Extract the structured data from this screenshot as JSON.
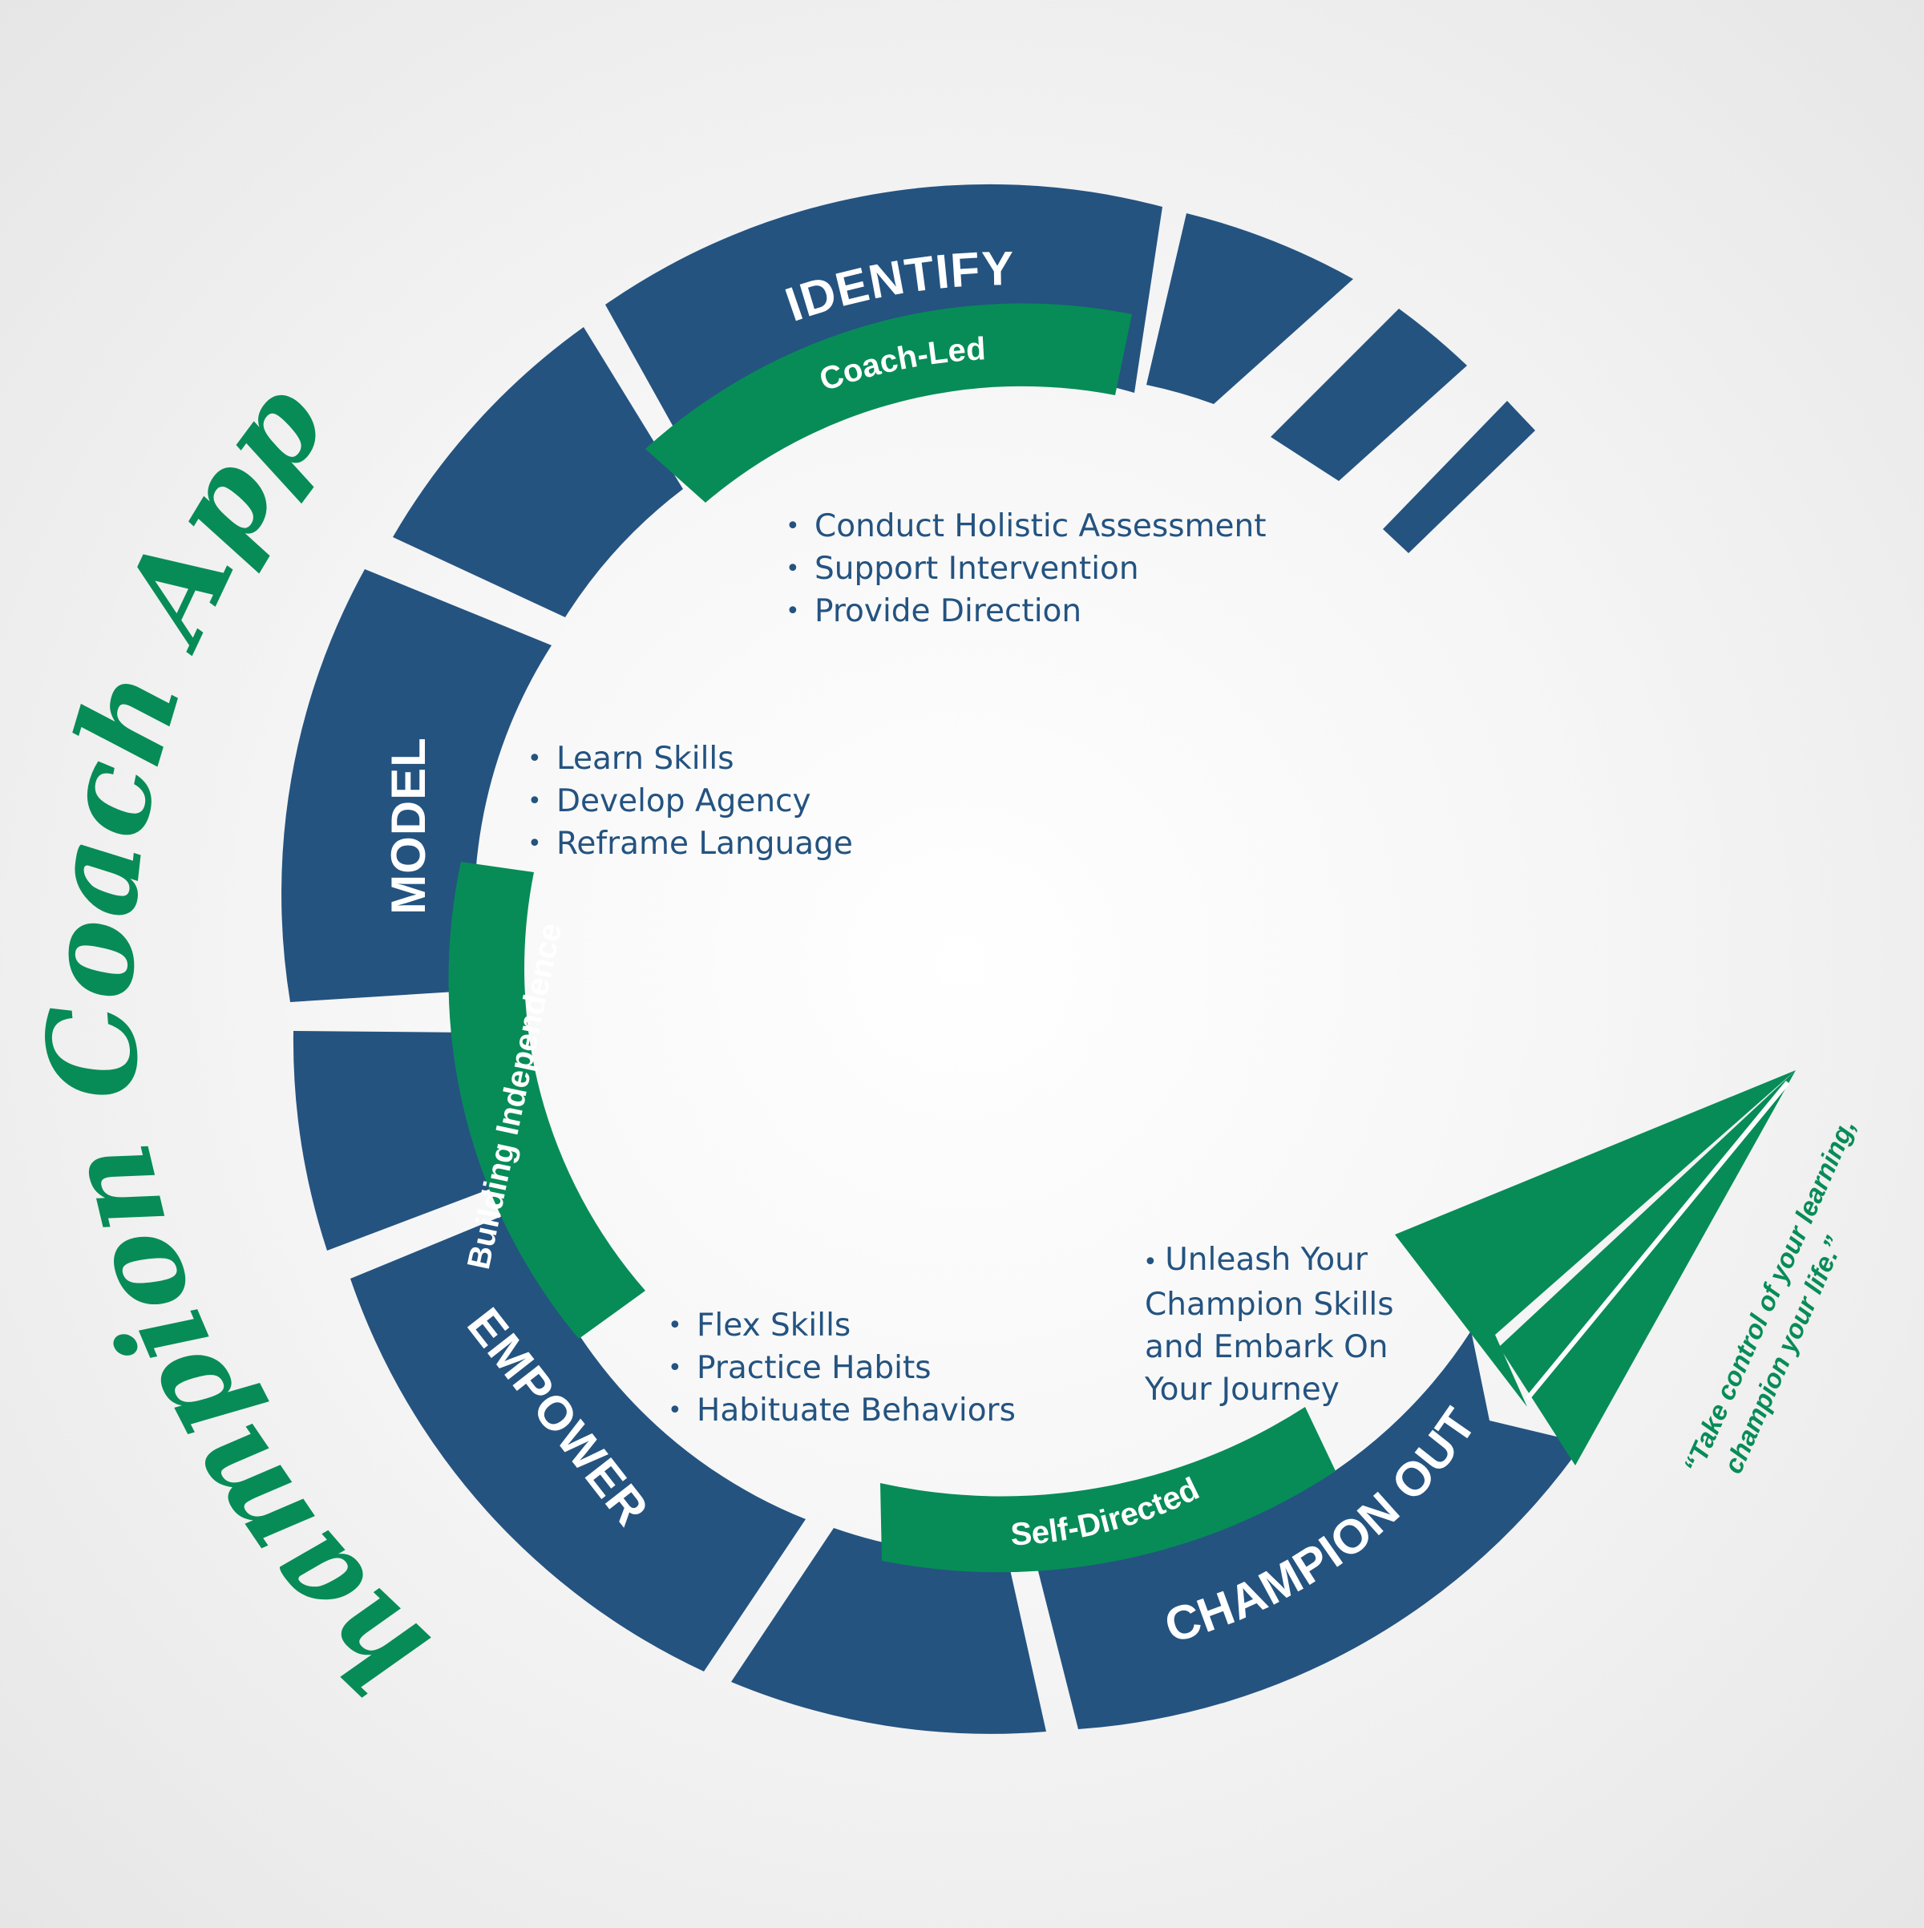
{
  "title": "The Champion Coach Approach",
  "stages": {
    "identify": "IDENTIFY",
    "model": "MODEL",
    "empower": "EMPOWER",
    "champion_out": "CHAMPION OUT"
  },
  "bands": {
    "coach_led": "Coach-Led",
    "building_independence": "Building Independence",
    "self_directed": "Self-Directed"
  },
  "lists": {
    "identify": [
      "Conduct Holistic Assessment",
      "Support Intervention",
      "Provide Direction"
    ],
    "model": [
      "Learn Skills",
      "Develop Agency",
      "Reframe Language"
    ],
    "empower": [
      "Flex Skills",
      "Practice Habits",
      "Habituate Behaviors"
    ],
    "champion_out": "Unleash Your Champion Skills and Embark On Your Journey"
  },
  "quote": {
    "line1": "“Take control of your learning,",
    "line2": "champion your life.”"
  },
  "colors": {
    "segment_blue": "#245380",
    "accent_green": "#078c57",
    "text_blue": "#245380"
  }
}
